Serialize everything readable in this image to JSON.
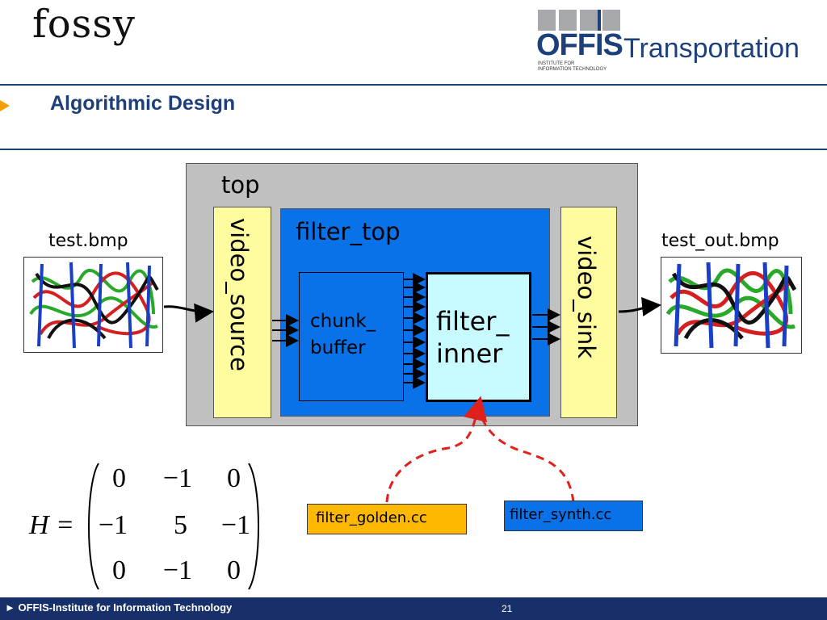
{
  "header": {
    "logo_left": "fossy",
    "logo_right_word": "OFFIS",
    "logo_right_suffix": "Transportation",
    "logo_right_sub1": "INSTITUTE FOR",
    "logo_right_sub2": "INFORMATION TECHNOLOGY"
  },
  "slide": {
    "title": "Algorithmic Design"
  },
  "diagram": {
    "top_label": "top",
    "video_source": "video_source",
    "filter_top": "filter_top",
    "chunk_buffer_line1": "chunk_",
    "chunk_buffer_line2": "buffer",
    "filter_inner_line1": "filter_",
    "filter_inner_line2": "inner",
    "video_sink": "video_sink",
    "input_image": "test.bmp",
    "output_image": "test_out.bmp",
    "golden_file": "filter_golden.cc",
    "synth_file": "filter_synth.cc"
  },
  "formula": {
    "lhs": "H =",
    "matrix": [
      [
        "0",
        "−1",
        "0"
      ],
      [
        "−1",
        "5",
        "−1"
      ],
      [
        "0",
        "−1",
        "0"
      ]
    ]
  },
  "footer": {
    "text": "► OFFIS-Institute for Information Technology",
    "page": "21"
  },
  "colors": {
    "brand_blue": "#1d3f7a",
    "filter_blue": "#0a72e8",
    "video_yellow": "#fffca0",
    "inner_cyan": "#c8fbff",
    "golden_orange": "#ffb800",
    "dashed_red": "#e0201b"
  }
}
